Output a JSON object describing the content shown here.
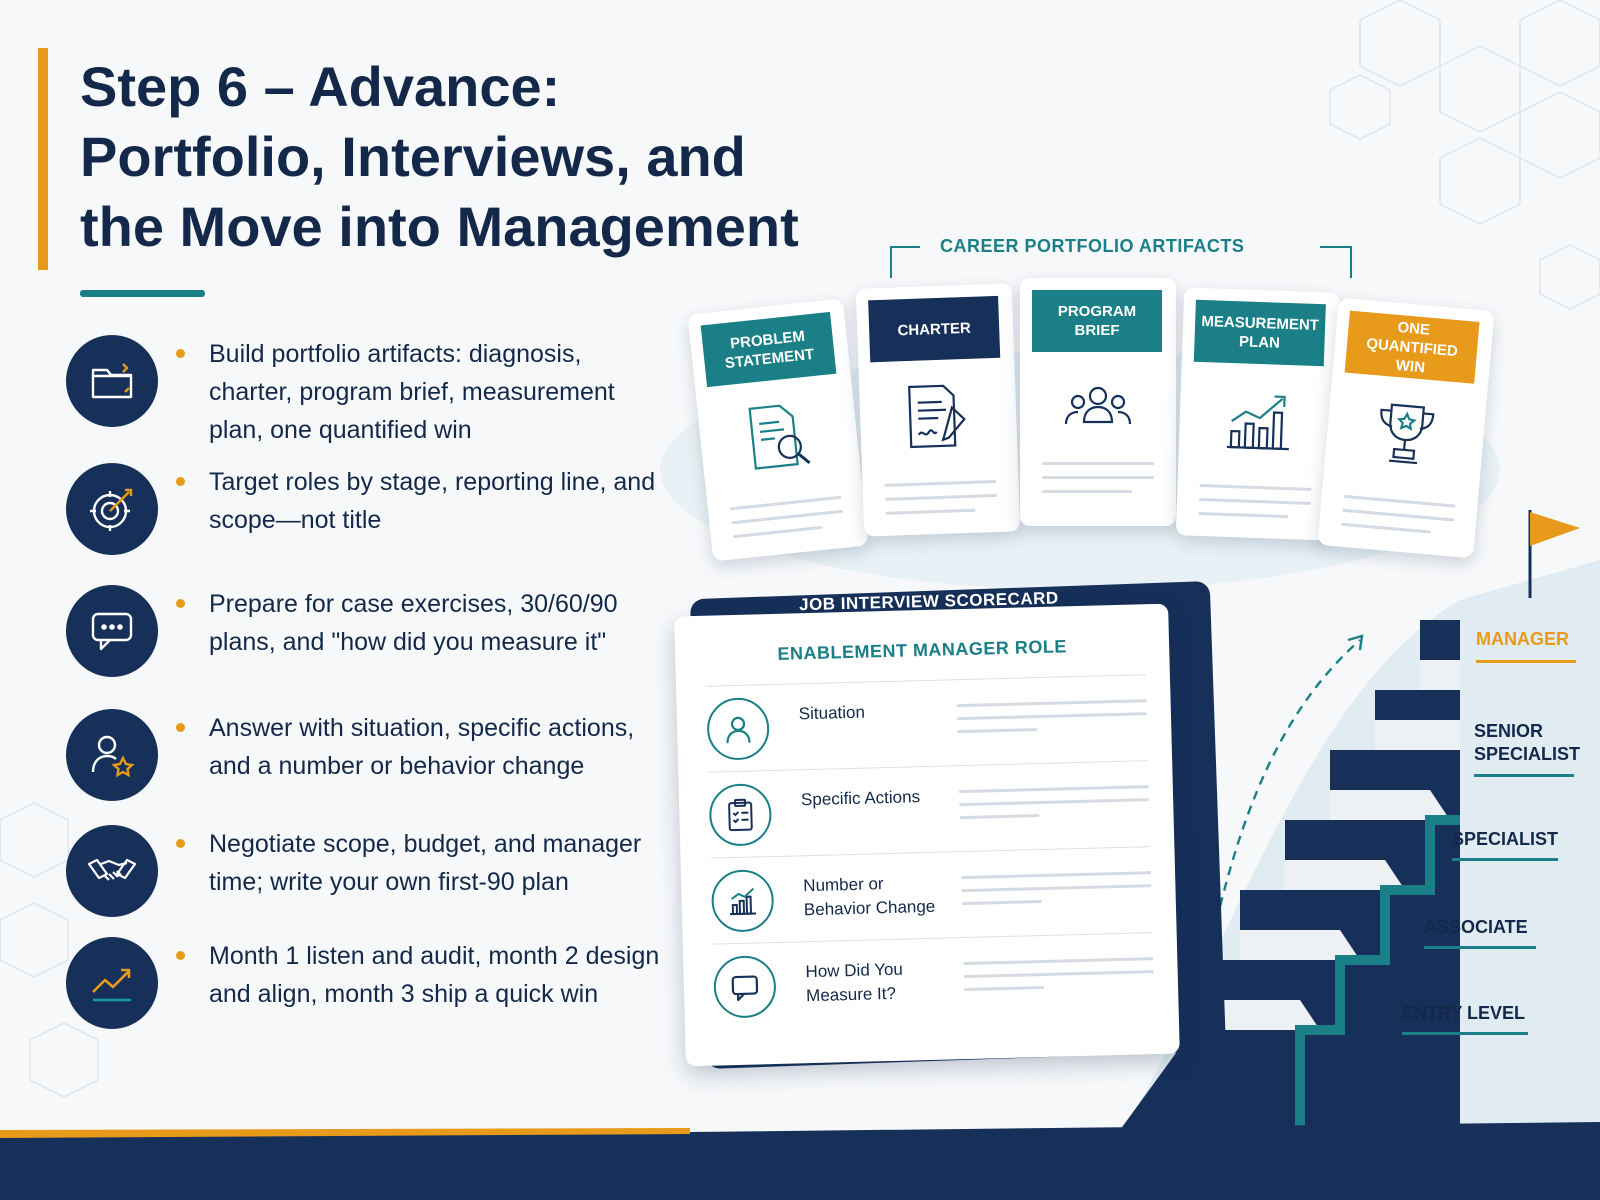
{
  "header": {
    "title_line1": "Step 6 – Advance:",
    "title_line2": "Portfolio, Interviews, and",
    "title_line3": "the Move into Management"
  },
  "steps": [
    {
      "icon": "folder-icon",
      "text": "Build portfolio artifacts: diagnosis, charter, program brief, measurement plan, one quantified win"
    },
    {
      "icon": "target-icon",
      "text": "Target roles by stage, reporting line, and scope—not title"
    },
    {
      "icon": "chat-bubble-icon",
      "text": "Prepare for case exercises, 30/60/90 plans, and \"how did you measure it\""
    },
    {
      "icon": "person-star-icon",
      "text": "Answer with situation, specific actions, and a number or behavior change"
    },
    {
      "icon": "handshake-icon",
      "text": "Negotiate scope, budget, and manager time; write your own first-90 plan"
    },
    {
      "icon": "trend-up-icon",
      "text": "Month 1 listen and audit, month 2 design and align, month 3 ship a quick win"
    }
  ],
  "portfolio": {
    "label": "CAREER PORTFOLIO ARTIFACTS",
    "cards": [
      {
        "label": "PROBLEM STATEMENT",
        "icon": "magnifier-document-icon",
        "color": "#1a7f86"
      },
      {
        "label": "CHARTER",
        "icon": "signed-document-icon",
        "color": "#16305a"
      },
      {
        "label": "PROGRAM BRIEF",
        "icon": "team-icon",
        "color": "#1a7f86"
      },
      {
        "label": "MEASUREMENT PLAN",
        "icon": "bar-chart-icon",
        "color": "#1a7f86"
      },
      {
        "label": "ONE QUANTIFIED WIN",
        "icon": "trophy-icon",
        "color": "#e89a1a"
      }
    ]
  },
  "scorecard": {
    "title": "JOB INTERVIEW SCORECARD",
    "subtitle": "ENABLEMENT MANAGER ROLE",
    "rows": [
      {
        "label": "Situation",
        "icon": "person-icon"
      },
      {
        "label": "Specific Actions",
        "icon": "clipboard-icon"
      },
      {
        "label": "Number or Behavior Change",
        "icon": "bar-chart-icon"
      },
      {
        "label": "How Did You Measure It?",
        "icon": "chat-bubble-icon"
      }
    ]
  },
  "ladder": {
    "levels": [
      "MANAGER",
      "SENIOR SPECIALIST",
      "SPECIALIST",
      "ASSOCIATE",
      "ENTRY LEVEL"
    ],
    "highlight_color": "#e89a1a"
  },
  "colors": {
    "navy": "#16305a",
    "teal": "#1a7f86",
    "orange": "#e89a1a"
  }
}
